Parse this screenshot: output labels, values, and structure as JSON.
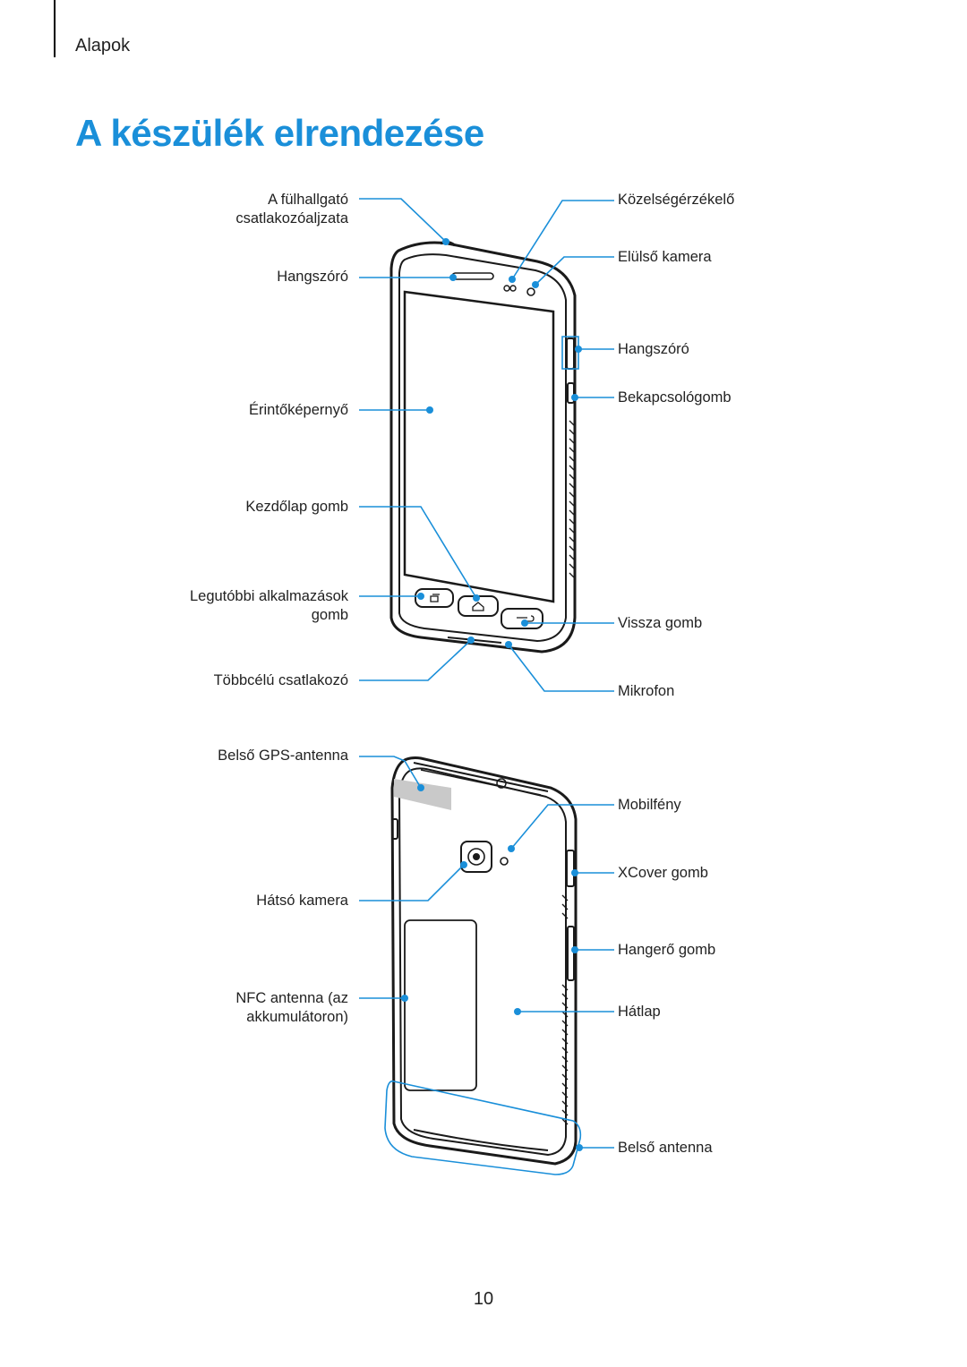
{
  "header": {
    "section": "Alapok"
  },
  "title": "A készülék elrendezése",
  "front_labels": {
    "earphone_jack": [
      "A fülhallgató",
      "csatlakozóaljzata"
    ],
    "speaker_left": "Hangszóró",
    "touchscreen": "Érintőképernyő",
    "home_button": "Kezdőlap gomb",
    "recent_apps": [
      "Legutóbbi alkalmazások",
      "gomb"
    ],
    "multipurpose_jack": "Többcélú csatlakozó",
    "proximity_sensor": "Közelségérzékelő",
    "front_camera": "Elülső kamera",
    "speaker_right": "Hangszóró",
    "power_button": "Bekapcsológomb",
    "back_button": "Vissza gomb",
    "microphone": "Mikrofon"
  },
  "back_labels": {
    "gps_antenna": "Belső GPS-antenna",
    "rear_camera": "Hátsó kamera",
    "nfc_antenna": [
      "NFC antenna (az",
      "akkumulátoron)"
    ],
    "flash": "Mobilfény",
    "xcover_button": "XCover gomb",
    "volume_button": "Hangerő gomb",
    "back_cover": "Hátlap",
    "main_antenna": "Belső antenna"
  },
  "colors": {
    "accent": "#1a8fd9",
    "callout": "#1a8fd9",
    "outline": "#1a1a1a"
  },
  "page_number": "10"
}
